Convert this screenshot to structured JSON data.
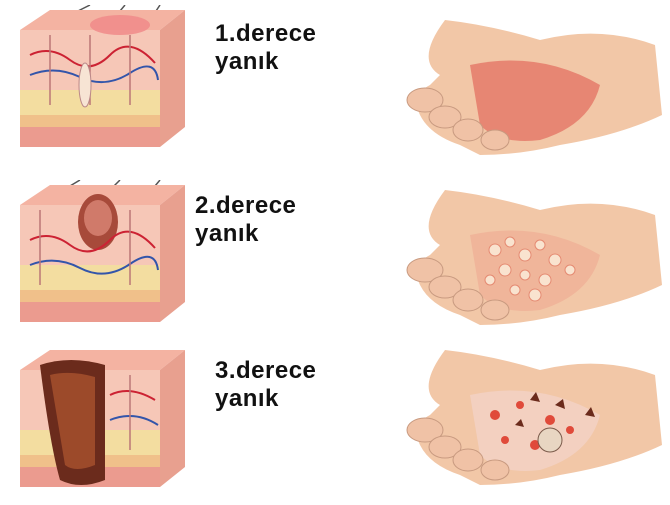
{
  "degrees": [
    {
      "label_line1": "1.derece",
      "label_line2": "yanık"
    },
    {
      "label_line1": "2.derece",
      "label_line2": "yanık"
    },
    {
      "label_line1": "3.derece",
      "label_line2": "yanık"
    }
  ],
  "colors": {
    "skin_top": "#f3b7a3",
    "dermis": "#f6d3b8",
    "fat": "#f2dc8c",
    "muscle": "#e88f86",
    "hand_skin": "#f2c7a7",
    "burn_red": "#e04a3a",
    "char": "#6b2b1c"
  }
}
